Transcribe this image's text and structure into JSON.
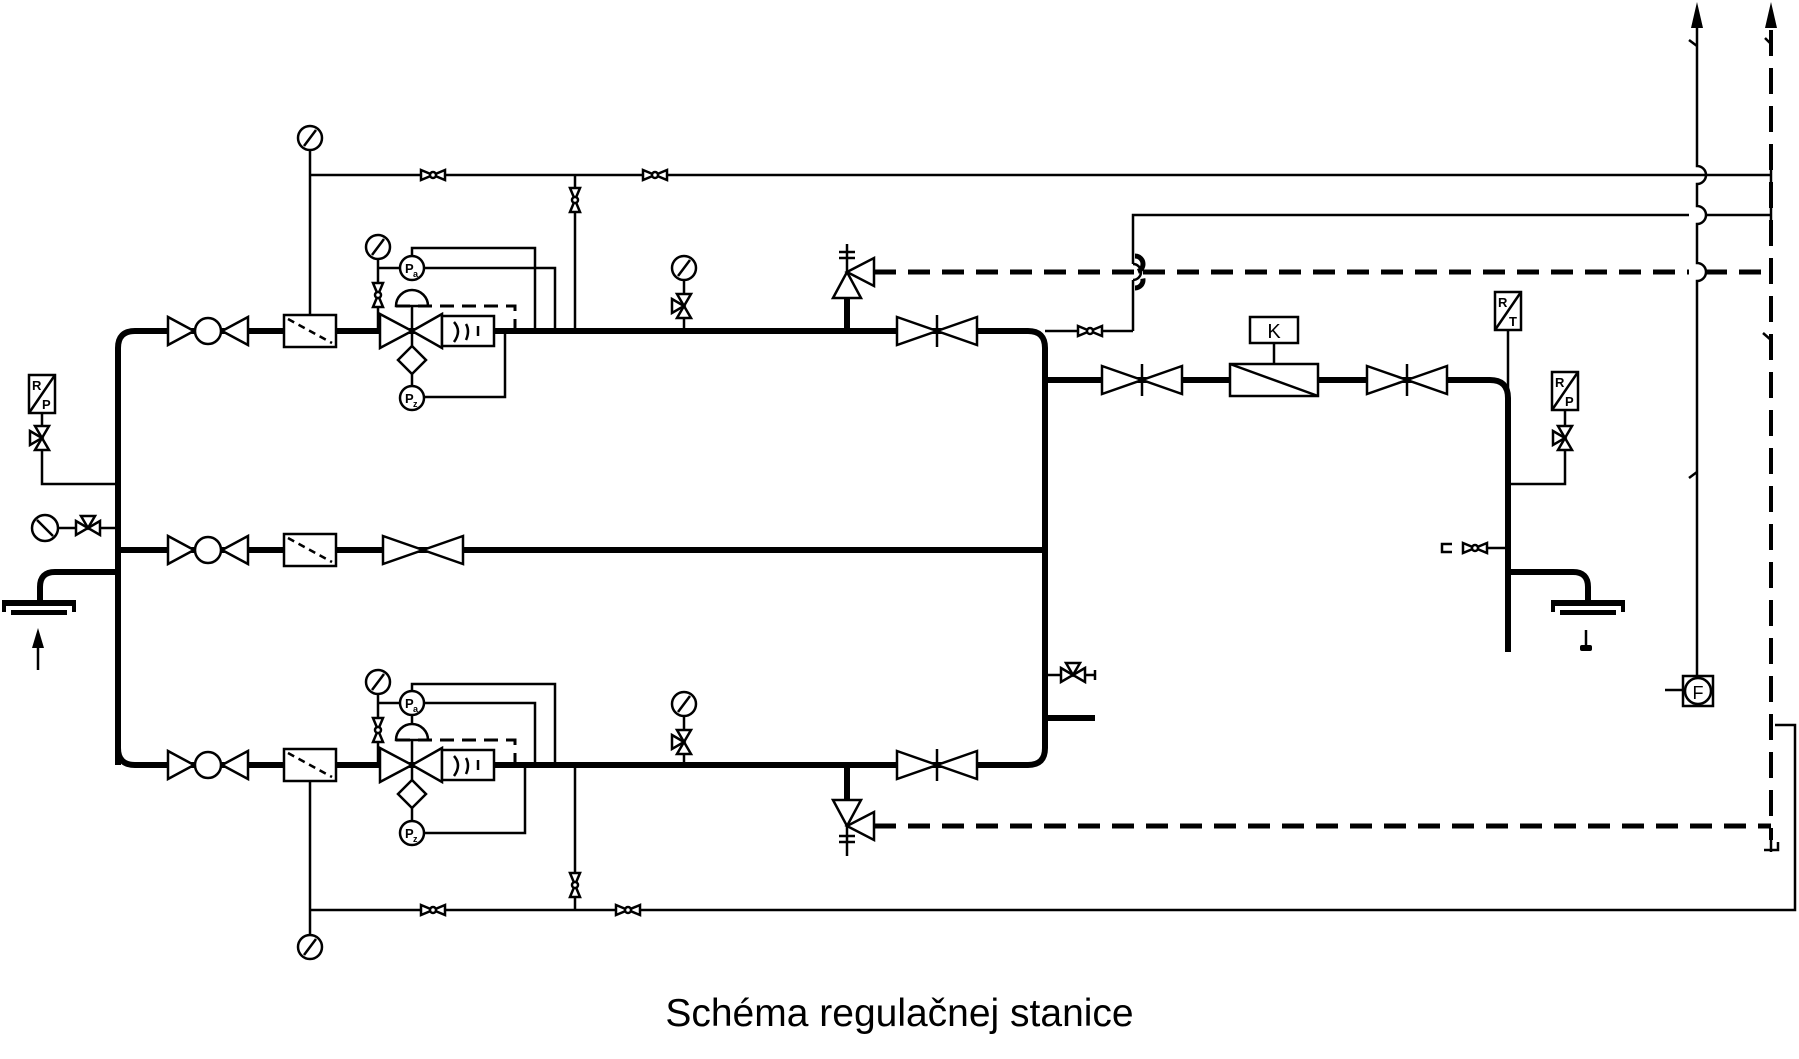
{
  "caption": "Schéma regulačnej stanice",
  "labels": {
    "actuator": "K",
    "flow_meter": "F",
    "recorder_pressure_top": "R",
    "recorder_pressure_bottom": "P",
    "recorder_temp_top": "R",
    "recorder_temp_bottom": "T",
    "pressure_sensor_a": "P",
    "pressure_sensor_a_sub": "a",
    "pressure_sensor_z": "P",
    "pressure_sensor_z_sub": "z"
  },
  "components": [
    "inlet-flange",
    "inlet-arrow",
    "ball-valve",
    "filter",
    "pressure-regulator",
    "silencer",
    "gate-valve",
    "safety-relief-valve",
    "pressure-gauge",
    "needle-valve",
    "gas-meter",
    "recorder-rp",
    "recorder-rt",
    "flow-meter",
    "outlet-flange",
    "outlet-arrow"
  ]
}
